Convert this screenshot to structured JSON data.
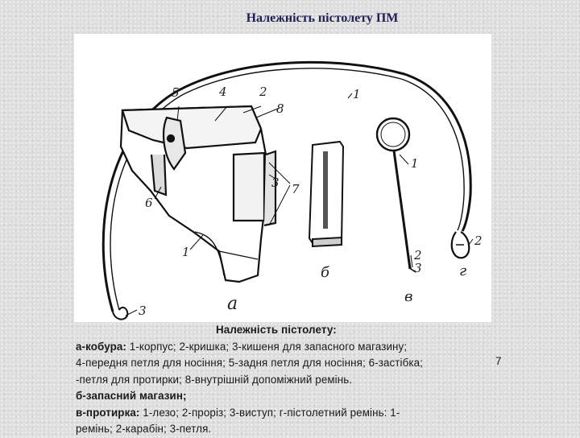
{
  "slide": {
    "title": "Належність пістолету ПМ"
  },
  "figure": {
    "labels": {
      "holster_1": "1",
      "holster_2": "2",
      "holster_3": "3",
      "holster_4": "4",
      "holster_5": "5",
      "holster_6": "6",
      "holster_7": "7",
      "holster_8": "8",
      "letter_a": "а",
      "letter_b": "б",
      "letter_v": "в",
      "letter_g": "г",
      "rod_1": "1",
      "rod_2": "2",
      "rod_3": "3",
      "strap_1": "1",
      "strap_2": "2",
      "strap_3": "3"
    }
  },
  "caption": {
    "heading": "Належність пістолету:",
    "a_label": "а-кобура:",
    "a_text_1": " 1-корпус; 2-кришка; 3-кишеня для запасного магазину;",
    "a_text_2": "4-передня петля для носіння; 5-задня петля для носіння; 6-застібка;",
    "a_text_3": "-петля для протирки; 8-внутрішній допоміжний ремінь.",
    "num_7": "7",
    "b_label": "б-запасний магазин;",
    "v_label": "в-протирка:",
    "v_text_1": " 1-лезо; 2-проріз; 3-виступ; г-пістолетний ремінь: 1-",
    "v_text_2": "ремінь; 2-карабін; 3-петля."
  }
}
